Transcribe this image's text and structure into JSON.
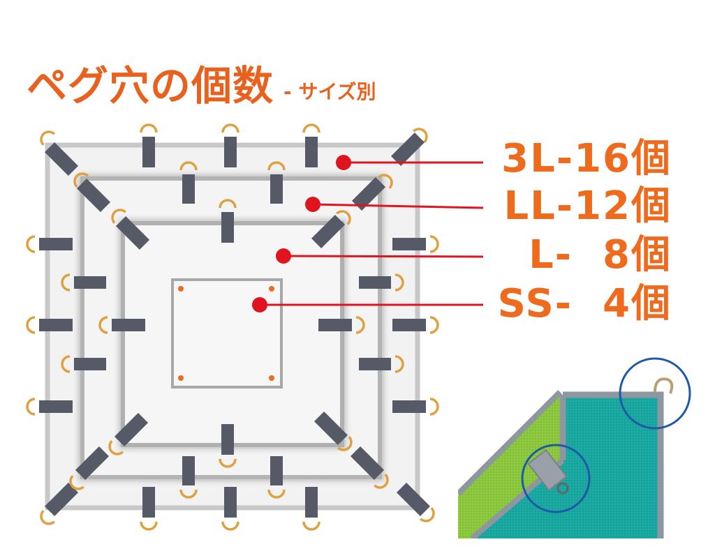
{
  "title": {
    "main": "ペグ穴の個数",
    "sub": "- サイズ別"
  },
  "sizes": [
    {
      "label": "3L-16個",
      "size": "3L",
      "peg_holes": 16
    },
    {
      "label": "LL-12個",
      "size": "LL",
      "peg_holes": 12
    },
    {
      "label": "L-  8個",
      "size": "L",
      "peg_holes": 8
    },
    {
      "label": "SS-  4個",
      "size": "SS",
      "peg_holes": 4
    }
  ],
  "colors": {
    "accent_orange": "#ee6a1c",
    "pointer_red": "#e0141e",
    "strap_gray": "#555a66",
    "ring_gold": "#e0a040",
    "sheet_border": "#b0b0b0",
    "highlight_circle": "#1f5aa6",
    "mat_teal": "#1aa7a0",
    "mat_green": "#8cc63f"
  },
  "photo": {
    "description_icon": "mat-corner-photo"
  }
}
